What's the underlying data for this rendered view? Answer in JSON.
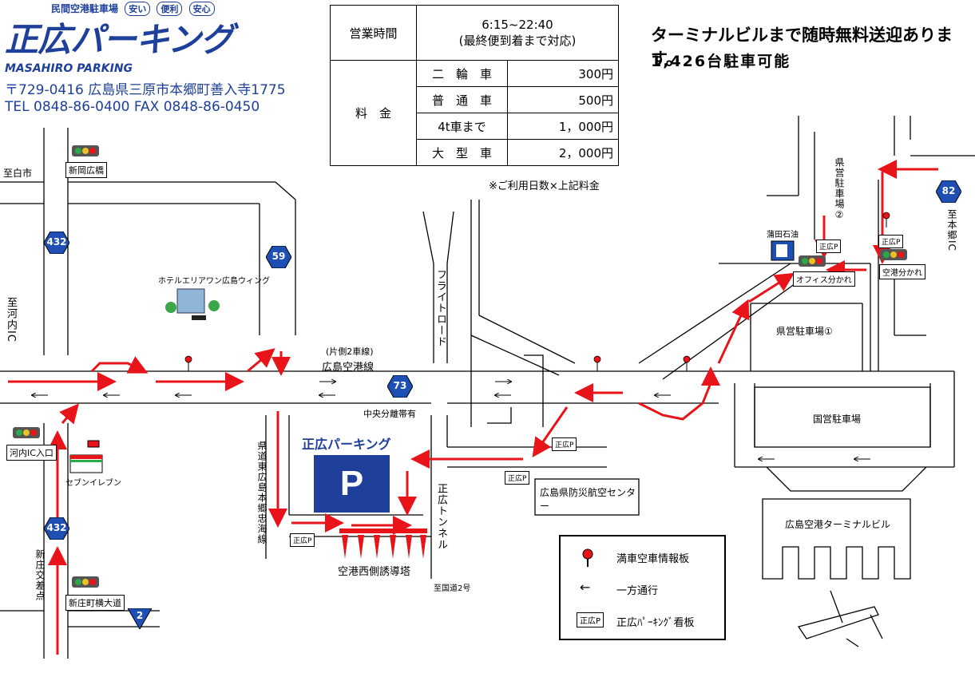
{
  "header": {
    "tagline": "民間空港駐車場",
    "tags": [
      "安い",
      "便利",
      "安心"
    ],
    "brand": "正広パーキング",
    "brand_roman": "MASAHIRO PARKING",
    "address": "〒729-0416 広島県三原市本郷町善入寺1775",
    "tel": "TEL 0848-86-0400 FAX 0848-86-0450"
  },
  "notice": {
    "shuttle": "ターミナルビルまで随時無料送迎あります。",
    "capacity": "1,426台駐車可能"
  },
  "fees": {
    "hours_label": "営業時間",
    "hours": "6:15~22:40",
    "hours_note": "(最終便到着まで対応)",
    "fee_label": "料　金",
    "rows": [
      {
        "type": "二　輪　車",
        "price": "300円"
      },
      {
        "type": "普　通　車",
        "price": "500円"
      },
      {
        "type": "4t車まで",
        "price": "1，000円"
      },
      {
        "type": "大　型　車",
        "price": "2，000円"
      }
    ],
    "note": "※ご利用日数×上記料金"
  },
  "map": {
    "places": {
      "to_shiraichi": "至白市",
      "shinoka_bridge": "新岡広橋",
      "to_kochi_ic": "至河内IC",
      "hotel": "ホテルエリアワン広島ウィング",
      "airport_line_note": "(片側2車線)",
      "airport_line": "広島空港線",
      "median": "中央分離帯有",
      "flight_road": "フライトロード",
      "kochi_ic_entrance": "河内IC入口",
      "seven_eleven": "セブンイレブン",
      "prefectural_road": "県道東広島本郷忠海線",
      "shinjo_intersection": "新庄交差点",
      "shinjo_road": "新庄町横大道",
      "masahiro_tunnel": "正広トンネル",
      "national_route_2": "至国道2号",
      "west_tower": "空港西側誘導塔",
      "disaster_center": "広島県防災航空センター",
      "terminal": "広島空港ターミナルビル",
      "national_parking": "国営駐車場",
      "pref_parking_1": "県営駐車場①",
      "pref_parking_2": "県営駐車場②",
      "kamata_oil": "蒲田石油",
      "office_branch": "オフィス分かれ",
      "airport_branch": "空港分かれ",
      "to_hongo_ic": "至本郷IC",
      "masahiro_sign": "正広P"
    },
    "routes": [
      "432",
      "59",
      "73",
      "82",
      "432",
      "2"
    ],
    "parking_logo": "正広パーキング"
  },
  "legend": {
    "info_board": "満車空車情報板",
    "one_way": "一方通行",
    "sign": "正広ﾊﾟｰｷﾝｸﾞ看板",
    "sign_icon": "正広P"
  },
  "colors": {
    "brand": "#1e3f9a",
    "route_red": "#e8141a",
    "badge": "#1e4fb5"
  }
}
